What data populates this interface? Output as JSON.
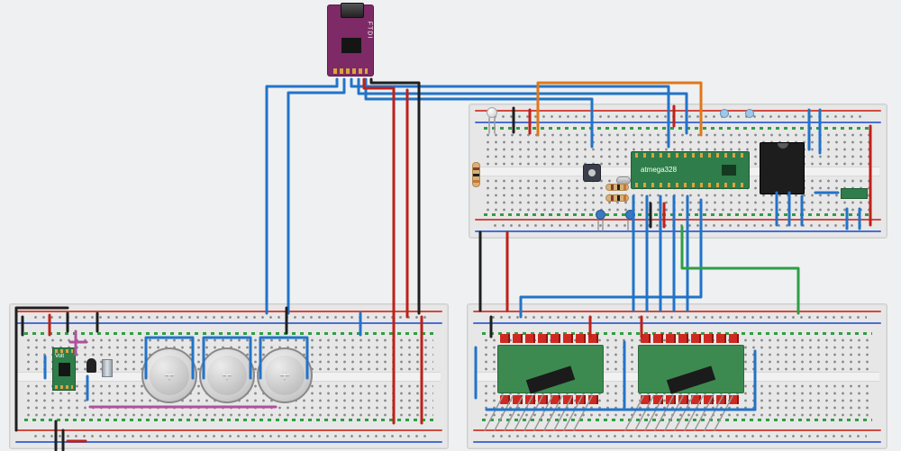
{
  "palette": {
    "blue": "#2273c8",
    "red": "#bf2019",
    "black": "#1f1f1f",
    "orange": "#e07818",
    "purple": "#b0519e",
    "green": "#2f9e44",
    "gray_leg": "#9a9a9a",
    "board_green": "#2f7d4a",
    "ftdi_purple": "#7d2a66",
    "breadboard_gray": "#e7e7e7",
    "rail_red": "#d24a3f",
    "rail_blue": "#4a6fd2"
  },
  "labels": {
    "mcu": "atmega328",
    "ftdi": "FTDI",
    "regulator": "Volt",
    "battery_plus": "+"
  },
  "components": {
    "breadboards": [
      "top-right",
      "bottom-left",
      "bottom-right"
    ],
    "parts": [
      "ftdi-usb-breakout",
      "atmega328-carrier-board",
      "dip-ic-socket",
      "mini-green-board",
      "tactile-button",
      "crystal",
      "white-led",
      "resistor-vertical",
      "resistor-horizontal-1",
      "resistor-horizontal-2",
      "ceramic-cap-1",
      "ceramic-cap-2",
      "rail-cap-1",
      "rail-cap-2",
      "voltage-regulator-board",
      "transistor",
      "electrolytic-cap",
      "coin-cell-1",
      "coin-cell-2",
      "coin-cell-3",
      "led-bar-module-1",
      "led-bar-module-2"
    ],
    "wire_colors_used": [
      "blue",
      "red",
      "black",
      "orange",
      "purple",
      "green",
      "gray"
    ]
  }
}
